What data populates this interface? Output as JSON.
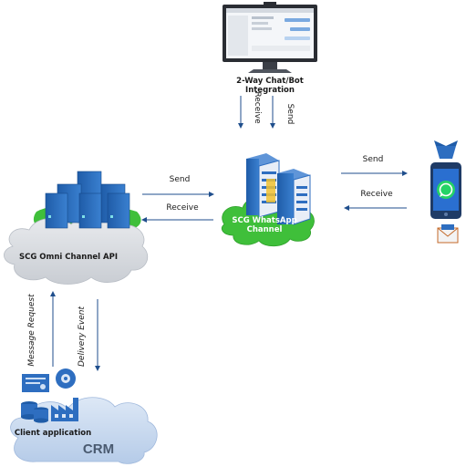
{
  "nodes": {
    "desktop": {
      "label_line1": "2-Way Chat/Bot",
      "label_line2": "Integration"
    },
    "whatsapp_channel": {
      "label_line1": "SCG WhatsApp",
      "label_line2": "Channel"
    },
    "omni_api": {
      "label": "SCG Omni Channel API"
    },
    "client": {
      "label": "Client application"
    },
    "crm": {
      "label": "CRM"
    }
  },
  "edges": {
    "desktop_receive": "Receive",
    "desktop_send": "Send",
    "api_send": "Send",
    "api_receive": "Receive",
    "phone_send": "Send",
    "phone_receive": "Receive",
    "message_request": "Message Request",
    "delivery_event": "Delivery Event"
  },
  "colors": {
    "cloud_green": "#3fbf3a",
    "cloud_gray": "#d9dce1",
    "cloud_blue": "#c9daf0",
    "server_blue": "#2e6ec0",
    "arrow": "#1f4e8c",
    "whatsapp_green": "#25d366"
  }
}
